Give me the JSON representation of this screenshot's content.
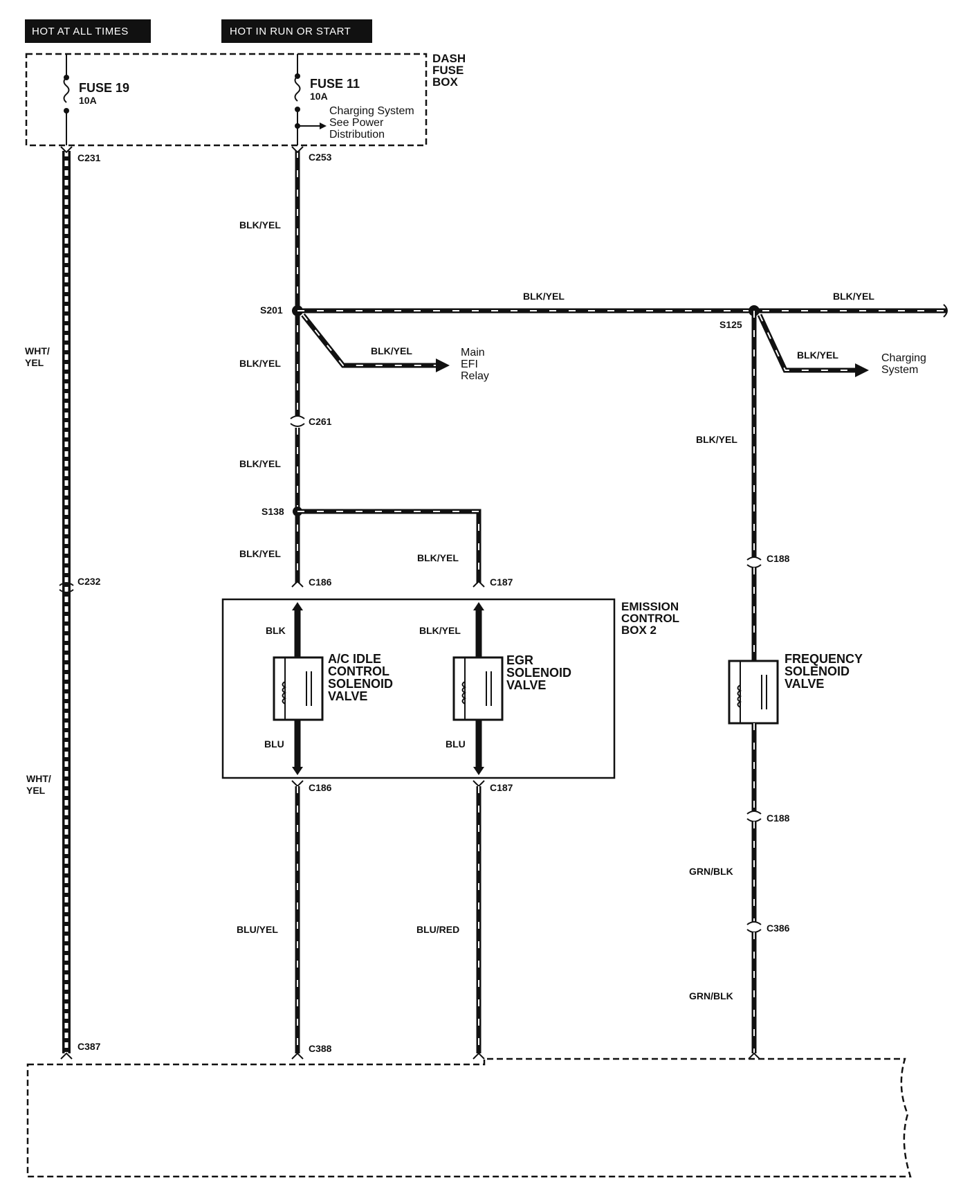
{
  "headers": {
    "hot_always": "HOT AT ALL TIMES",
    "hot_run_start": "HOT IN RUN OR START"
  },
  "fuse_box": {
    "title_line1": "DASH",
    "title_line2": "FUSE",
    "title_line3": "BOX",
    "fuse19_name": "FUSE 19",
    "fuse19_rating": "10A",
    "fuse11_name": "FUSE 11",
    "fuse11_rating": "10A",
    "note_line1": "Charging System",
    "note_line2": "See Power",
    "note_line3": "Distribution"
  },
  "connectors": {
    "c231": "C231",
    "c253": "C253",
    "c261": "C261",
    "c232": "C232",
    "c186_top": "C186",
    "c187_top": "C187",
    "c186_bot": "C186",
    "c187_bot": "C187",
    "c188_top": "C188",
    "c188_bot": "C188",
    "c386": "C386",
    "c387": "C387",
    "c388": "C388"
  },
  "splices": {
    "s201": "S201",
    "s125": "S125",
    "s138": "S138"
  },
  "wire_colors": {
    "blk_yel": "BLK/YEL",
    "wht": "WHT/",
    "yel": "YEL",
    "blk": "BLK",
    "blu": "BLU",
    "blu_yel": "BLU/YEL",
    "blu_red": "BLU/RED",
    "grn_blk": "GRN/BLK"
  },
  "destinations": {
    "main_efi_1": "Main",
    "main_efi_2": "EFI",
    "main_efi_3": "Relay",
    "charging_1": "Charging",
    "charging_2": "System"
  },
  "emission_box": {
    "line1": "EMISSION",
    "line2": "CONTROL",
    "line3": "BOX 2"
  },
  "components": {
    "ac_idle_1": "A/C IDLE",
    "ac_idle_2": "CONTROL",
    "ac_idle_3": "SOLENOID",
    "ac_idle_4": "VALVE",
    "egr_1": "EGR",
    "egr_2": "SOLENOID",
    "egr_3": "VALVE",
    "freq_1": "FREQUENCY",
    "freq_2": "SOLENOID",
    "freq_3": "VALVE"
  }
}
